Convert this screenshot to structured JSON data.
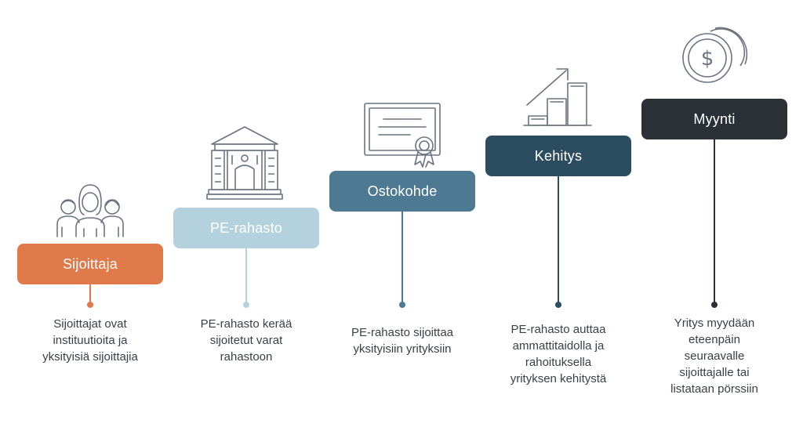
{
  "steps": [
    {
      "title": "Sijoittaja",
      "description": "Sijoittajat ovat\ninstituutioita ja\nyksityisiä sijoittajia",
      "color": "#e07a4a"
    },
    {
      "title": "PE-rahasto",
      "description": "PE-rahasto kerää\nsijoitetut varat\nrahastoon",
      "color": "#b4d1de"
    },
    {
      "title": "Ostokohde",
      "description": "PE-rahasto sijoittaa\nyksityisiin yrityksiin",
      "color": "#4d7a92"
    },
    {
      "title": "Kehitys",
      "description": "PE-rahasto auttaa\nammattitaidolla ja\nrahoituksella\nyrityksen kehitystä",
      "color": "#2c4c5f"
    },
    {
      "title": "Myynti",
      "description": "Yritys myydään\neteenpäin\nseuraavalle\nsijoittajalle tai\nlistataan pörssiin",
      "color": "#2b2f36"
    }
  ],
  "icons": [
    "people-icon",
    "bank-building-icon",
    "certificate-icon",
    "growth-chart-icon",
    "coins-dollar-icon"
  ],
  "coin_symbol": "$"
}
